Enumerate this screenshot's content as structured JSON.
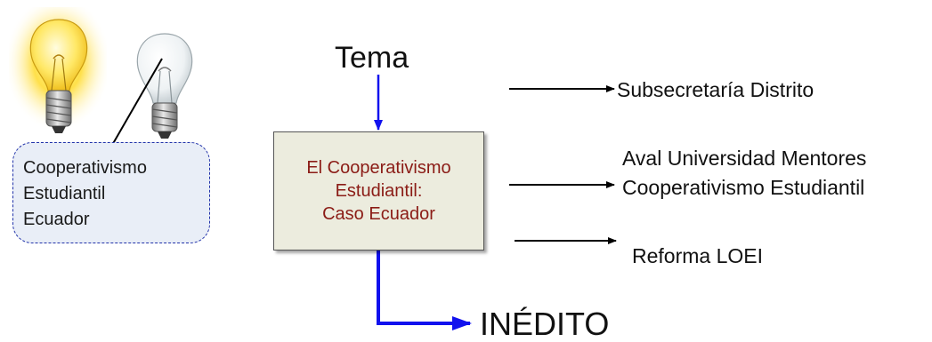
{
  "left_note": {
    "lines": [
      "Cooperativismo",
      "Estudiantil",
      "Ecuador"
    ]
  },
  "diagram": {
    "top_label": "Tema",
    "center_box": {
      "lines": [
        "El Cooperativismo",
        "Estudiantil:",
        "Caso Ecuador"
      ]
    },
    "outputs": [
      {
        "lines": [
          "Subsecretaría Distrito"
        ]
      },
      {
        "lines": [
          "Aval Universidad Mentores",
          "Cooperativismo Estudiantil"
        ]
      },
      {
        "lines": [
          "Reforma LOEI"
        ]
      }
    ],
    "bottom_label": "INÉDITO"
  },
  "colors": {
    "center_text": "#8b1c16",
    "center_fill": "#ececde",
    "blue_arrow": "#1111ee",
    "note_fill": "#e9eef7",
    "note_border": "#2233aa"
  },
  "icons": [
    "lit-lightbulb-icon",
    "unlit-lightbulb-icon"
  ]
}
